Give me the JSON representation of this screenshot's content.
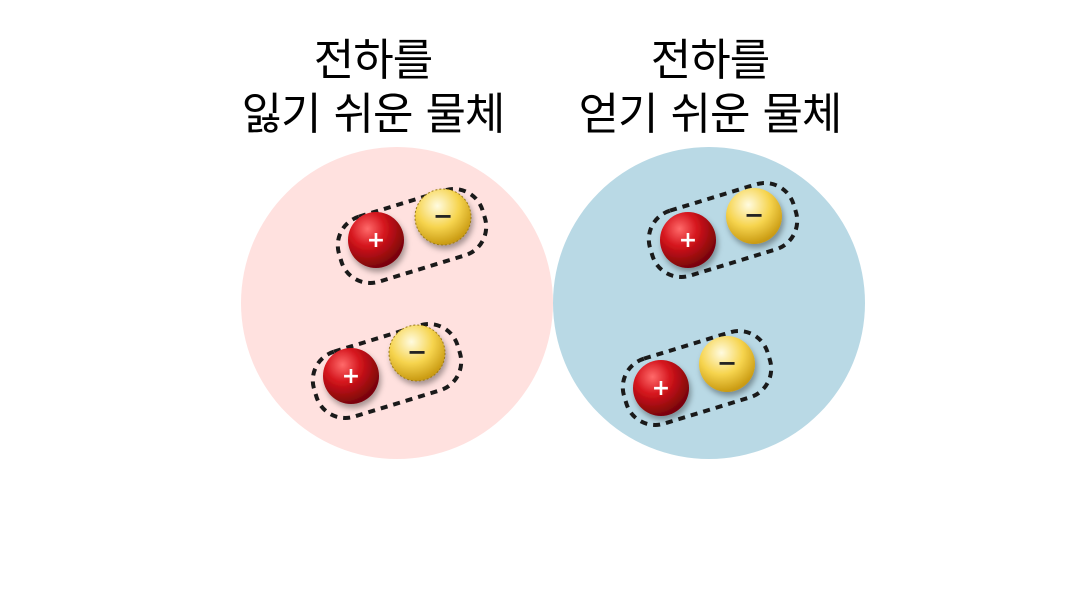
{
  "left_object": {
    "title_line1": "전하를",
    "title_line2": "잃기 쉬운 물체",
    "fill_color": "#ffe1df",
    "pairs": [
      {
        "positive": "+",
        "negative": "−"
      },
      {
        "positive": "+",
        "negative": "−"
      }
    ]
  },
  "right_object": {
    "title_line1": "전하를",
    "title_line2": "얻기 쉬운 물체",
    "fill_color": "#b9d9e5",
    "pairs": [
      {
        "positive": "+",
        "negative": "−"
      },
      {
        "positive": "+",
        "negative": "−"
      }
    ]
  },
  "colors": {
    "positive_charge": "#d4141c",
    "negative_charge": "#f6d44e",
    "outline": "#1a1a1a"
  }
}
